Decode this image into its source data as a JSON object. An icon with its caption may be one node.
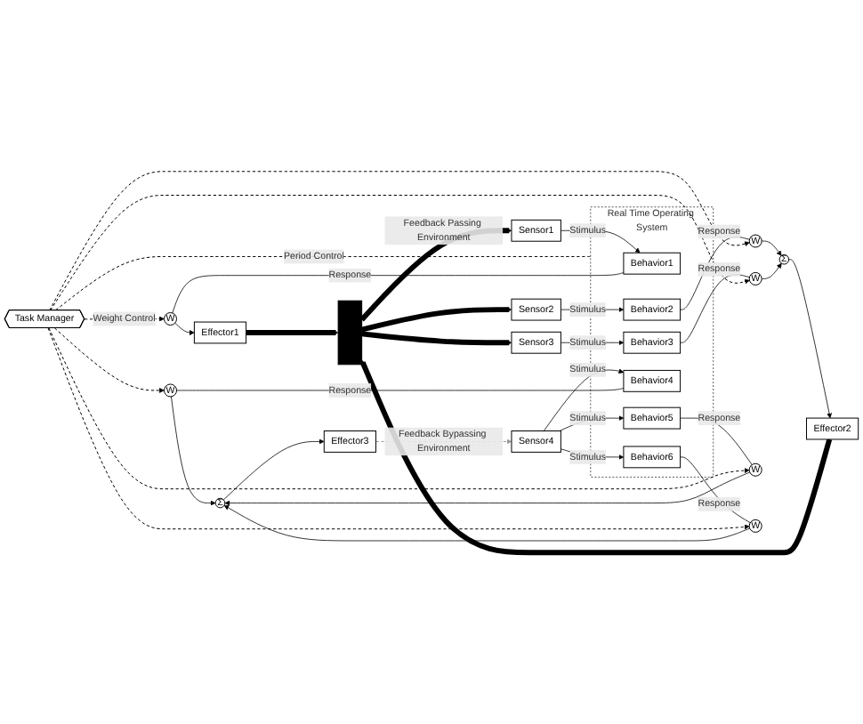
{
  "diagram": {
    "nodes": [
      {
        "text": [
          "Task Manager"
        ]
      },
      {
        "text": [
          "Sensor1"
        ]
      },
      {
        "text": [
          "Sensor2"
        ]
      },
      {
        "text": [
          "Sensor3"
        ]
      },
      {
        "text": [
          "Sensor4"
        ]
      },
      {
        "text": [
          "Real Time Operating System"
        ]
      },
      {
        "text": [
          "Behavior1"
        ],
        "in": 5
      },
      {
        "text": [
          "Behavior2"
        ],
        "in": 5
      },
      {
        "text": [
          "Behavior3"
        ],
        "in": 5
      },
      {
        "text": [
          "Behavior4"
        ],
        "in": 5
      },
      {
        "text": [
          "Behavior5"
        ],
        "in": 5
      },
      {
        "text": [
          "Behavior6"
        ],
        "in": 5
      },
      {
        "text": [
          "W"
        ]
      },
      {
        "text": [
          "W"
        ]
      },
      {
        "text": [
          "W"
        ]
      },
      {
        "text": [
          "W"
        ]
      },
      {
        "text": [
          "W"
        ]
      },
      {
        "text": [
          "W"
        ]
      },
      {
        "text": [
          "Σ"
        ]
      },
      {
        "text": [
          "Σ"
        ]
      },
      {
        "text": [
          "Effector1"
        ]
      },
      {
        "text": [
          "Effector2"
        ]
      },
      {
        "text": [
          "Effector3"
        ]
      },
      {
        "text": [],
        "shape": "box"
      }
    ],
    "edges": [
      {
        "from": 23,
        "to": 1,
        "arrow": "to",
        "label": "Feedback Passing Environment",
        "style": "thick"
      },
      {
        "from": 23,
        "to": 2,
        "arrow": "to",
        "style": "thick"
      },
      {
        "from": 23,
        "to": 3,
        "arrow": "to",
        "style": "thick"
      },
      {
        "from": 22,
        "to": 4,
        "arrow": "to",
        "label": "Feedback Bypassing Environment",
        "style": "dashed",
        "color": "#999999"
      },
      {
        "from": 1,
        "to": 6,
        "arrow": "to",
        "label": "Stimulus"
      },
      {
        "from": 2,
        "to": 7,
        "arrow": "to",
        "label": "Stimulus"
      },
      {
        "from": 3,
        "to": 8,
        "arrow": "to",
        "label": "Stimulus"
      },
      {
        "from": 4,
        "to": 9,
        "arrow": "to",
        "label": "Stimulus"
      },
      {
        "from": 4,
        "to": 10,
        "arrow": "to",
        "label": "Stimulus"
      },
      {
        "from": 4,
        "to": 11,
        "arrow": "to",
        "label": "Stimulus"
      },
      {
        "from": 6,
        "to": 12,
        "arrow": "none",
        "label": "Response"
      },
      {
        "from": 7,
        "to": 13,
        "arrow": "none",
        "label": "Response"
      },
      {
        "from": 8,
        "to": 14,
        "arrow": "none",
        "label": "Response"
      },
      {
        "from": 9,
        "to": 15,
        "arrow": "none",
        "label": "Response"
      },
      {
        "from": 10,
        "to": 16,
        "arrow": "none",
        "label": "Response"
      },
      {
        "from": 11,
        "to": 17,
        "arrow": "none",
        "label": "Response"
      },
      {
        "from": 12,
        "to": 20,
        "arrow": "to"
      },
      {
        "from": 13,
        "to": 18,
        "arrow": "to"
      },
      {
        "from": 14,
        "to": 18,
        "arrow": "to"
      },
      {
        "from": 15,
        "to": 19,
        "arrow": "to"
      },
      {
        "from": 16,
        "to": 19,
        "arrow": "to"
      },
      {
        "from": 17,
        "to": 19,
        "arrow": "to"
      },
      {
        "from": 18,
        "to": 21,
        "arrow": "to"
      },
      {
        "from": 19,
        "to": 22,
        "arrow": "to"
      },
      {
        "from": 20,
        "to": 23,
        "arrow": "to",
        "style": "thick"
      },
      {
        "from": 21,
        "to": 23,
        "arrow": "to",
        "style": "thick"
      },
      {
        "from": 0,
        "to": 5,
        "arrow": "none",
        "label": "Period Control",
        "style": "dashed"
      },
      {
        "from": 0,
        "to": 12,
        "arrow": "to",
        "label": "Weight Control",
        "style": "dashed"
      },
      {
        "from": 0,
        "to": 13,
        "arrow": "to",
        "style": "dashed"
      },
      {
        "from": 0,
        "to": 14,
        "arrow": "to",
        "style": "dashed"
      },
      {
        "from": 0,
        "to": 15,
        "arrow": "to",
        "style": "dashed"
      },
      {
        "from": 0,
        "to": 16,
        "arrow": "to",
        "style": "dashed"
      },
      {
        "from": 0,
        "to": 17,
        "arrow": "to",
        "style": "dashed"
      }
    ]
  }
}
